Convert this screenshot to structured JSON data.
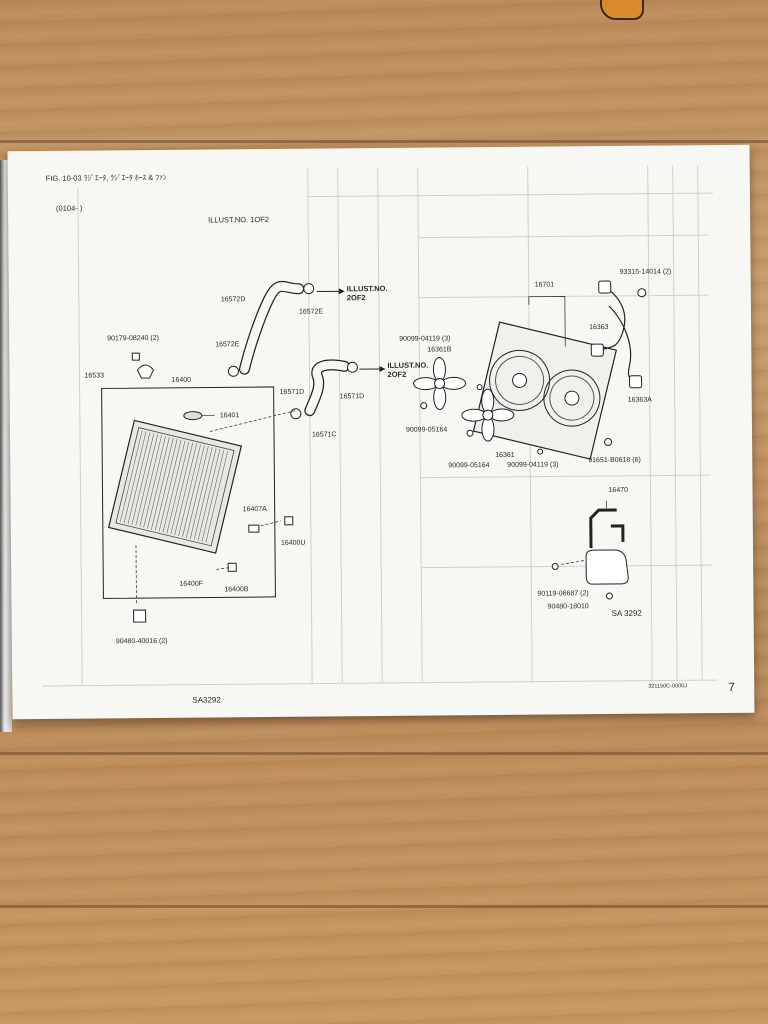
{
  "header": {
    "fig_title": "FIG. 10-03 ﾗｼﾞｴｰﾀ, ﾗｼﾞｴｰﾀ ﾎｰｽ & ﾌｧﾝ",
    "date_range": "(0104-    )",
    "illust_no": "ILLUST.NO. 1OF2"
  },
  "refs": {
    "illust_2of2_upper": [
      "ILLUST.NO.",
      "2OF2"
    ],
    "illust_2of2_lower": [
      "ILLUST.NO.",
      "2OF2"
    ]
  },
  "parts": [
    {
      "id": "p16572D",
      "label": "16572D"
    },
    {
      "id": "p16572E_top",
      "label": "16572E"
    },
    {
      "id": "p90179",
      "label": "90179-08240 (2)"
    },
    {
      "id": "p16572E_left",
      "label": "16572E"
    },
    {
      "id": "p16533",
      "label": "16533"
    },
    {
      "id": "p16400",
      "label": "16400"
    },
    {
      "id": "p16401",
      "label": "16401"
    },
    {
      "id": "p16571D_left",
      "label": "16571D"
    },
    {
      "id": "p16571D_right",
      "label": "16571D"
    },
    {
      "id": "p16571C",
      "label": "16571C"
    },
    {
      "id": "p16407A",
      "label": "16407A"
    },
    {
      "id": "p16400U",
      "label": "16400U"
    },
    {
      "id": "p16400F",
      "label": "16400F"
    },
    {
      "id": "p16400B",
      "label": "16400B"
    },
    {
      "id": "p90480_40016",
      "label": "90480-40016 (2)"
    },
    {
      "id": "p16701",
      "label": "16701"
    },
    {
      "id": "p93315",
      "label": "93315-14014 (2)"
    },
    {
      "id": "p90099_04119_top",
      "label": "90099-04119 (3)"
    },
    {
      "id": "p16361B",
      "label": "16361B"
    },
    {
      "id": "p16363",
      "label": "16363"
    },
    {
      "id": "p16363A",
      "label": "16363A"
    },
    {
      "id": "p90099_05164_left",
      "label": "90099-05164"
    },
    {
      "id": "p16361",
      "label": "16361"
    },
    {
      "id": "p90099_05164_bottom",
      "label": "90099-05164"
    },
    {
      "id": "p90099_04119_bottom",
      "label": "90099-04119 (3)"
    },
    {
      "id": "p91651",
      "label": "91651-B0618 (6)"
    },
    {
      "id": "p16470",
      "label": "16470"
    },
    {
      "id": "p90119",
      "label": "90119-06687 (2)"
    },
    {
      "id": "p90480_18010",
      "label": "90480-18010"
    }
  ],
  "footer": {
    "sa_code_right": "SA 3292",
    "sa_code_bottom": "SA3292",
    "doc_code": "321150C-0000J",
    "page_number": "7"
  }
}
